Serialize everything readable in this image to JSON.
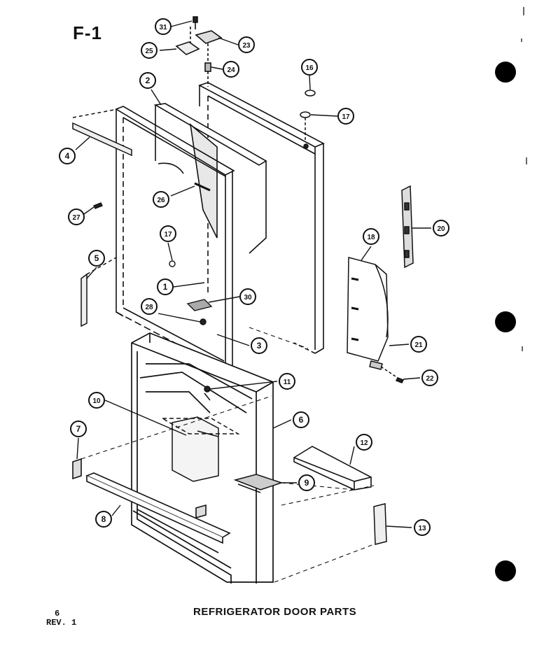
{
  "figure": {
    "label": "F-1",
    "caption": "REFRIGERATOR DOOR PARTS",
    "page_number": "6",
    "revision": "REV. 1"
  },
  "callouts": [
    {
      "number": "31"
    },
    {
      "number": "23"
    },
    {
      "number": "25"
    },
    {
      "number": "24"
    },
    {
      "number": "2"
    },
    {
      "number": "16"
    },
    {
      "number": "17"
    },
    {
      "number": "4"
    },
    {
      "number": "26"
    },
    {
      "number": "27"
    },
    {
      "number": "20"
    },
    {
      "number": "17"
    },
    {
      "number": "18"
    },
    {
      "number": "5"
    },
    {
      "number": "1"
    },
    {
      "number": "30"
    },
    {
      "number": "28"
    },
    {
      "number": "3"
    },
    {
      "number": "21"
    },
    {
      "number": "22"
    },
    {
      "number": "11"
    },
    {
      "number": "10"
    },
    {
      "number": "6"
    },
    {
      "number": "12"
    },
    {
      "number": "7"
    },
    {
      "number": "9"
    },
    {
      "number": "8"
    },
    {
      "number": "13"
    }
  ]
}
